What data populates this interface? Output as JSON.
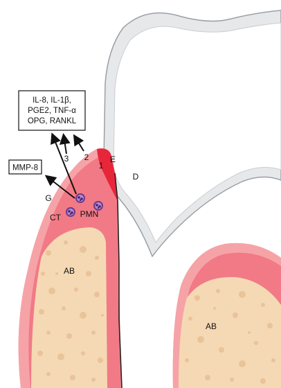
{
  "colors": {
    "enamel": "#e7e8ea",
    "dentin": "#ffffff",
    "gingiva": "#f17a86",
    "gingiva_light": "#f6a3a8",
    "sulcus_red": "#e8263a",
    "bone": "#f5d9b4",
    "bone_pore": "#e9c39a",
    "cell": "#6d3a8e",
    "outline": "#9aa0a6"
  },
  "labels": {
    "box_inflammatory": [
      "IL-8, IL-1β,",
      "PGE2, TNF-α",
      "OPG, RANKL"
    ],
    "box_mmp": "MMP-8",
    "n1": "1",
    "n2": "2",
    "n3": "3",
    "enamel": "E",
    "dentin": "D",
    "gingiva": "G",
    "connective_tissue": "CT",
    "neutrophils": "PMN",
    "alveolar_bone_left": "AB",
    "alveolar_bone_right": "AB"
  }
}
